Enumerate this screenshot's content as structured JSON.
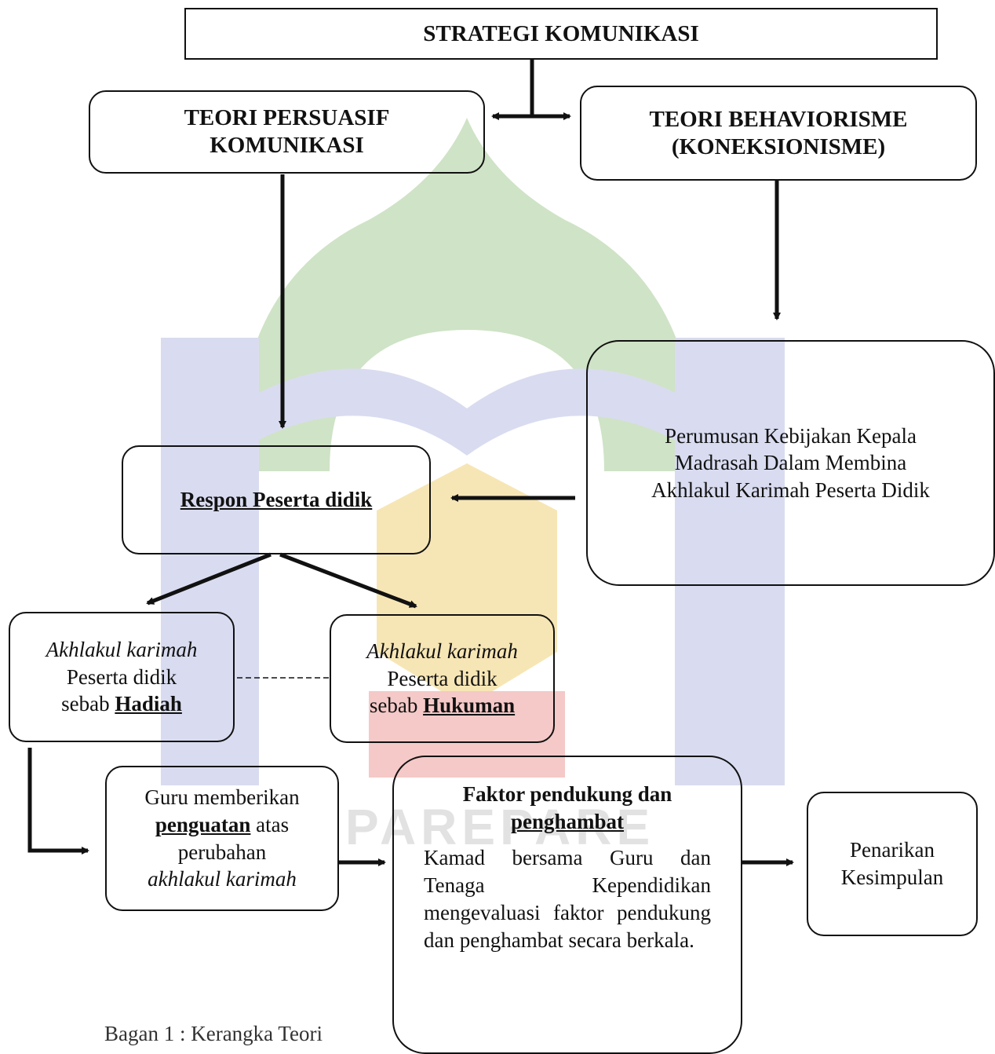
{
  "nodes": {
    "strategi": {
      "label": "STRATEGI KOMUNIKASI"
    },
    "persuasif": {
      "line1": "TEORI PERSUASIF",
      "line2": "KOMUNIKASI"
    },
    "behaviorisme": {
      "line1": "TEORI BEHAVIORISME",
      "line2": "(KONEKSIONISME)"
    },
    "perumusan": {
      "line1": "Perumusan Kebijakan Kepala",
      "line2": "Madrasah Dalam Membina",
      "line3": "Akhlakul Karimah Peserta Didik"
    },
    "respon": {
      "label": "Respon Peserta didik"
    },
    "hadiah": {
      "italic": "Akhlakul karimah",
      "line2": "Peserta didik",
      "prefix": "sebab ",
      "emph": "Hadiah"
    },
    "hukuman": {
      "italic": "Akhlakul karimah",
      "line2": "Peserta didik",
      "prefix": "sebab ",
      "emph": "Hukuman"
    },
    "guru": {
      "line1": "Guru memberikan",
      "emph": "penguatan",
      "suffix": " atas",
      "line3": "perubahan",
      "italic": "akhlakul karimah"
    },
    "faktor": {
      "title1": "Faktor pendukung dan",
      "title2": "penghambat",
      "body": "Kamad bersama Guru dan Tenaga Kependidikan mengevaluasi faktor pendukung dan penghambat secara berkala."
    },
    "penarikan": {
      "line1": "Penarikan",
      "line2": "Kesimpulan"
    }
  },
  "caption": "Bagan 1 : Kerangka Teori",
  "watermark": {
    "text": "PAREPARE",
    "colors": {
      "green": "#cfe3c6",
      "blue": "#d9dcf0",
      "gold": "#f7e6b5",
      "red": "#f4c9c7",
      "gray": "#e2e2e2"
    }
  },
  "colors": {
    "line": "#111111",
    "text": "#111111"
  }
}
